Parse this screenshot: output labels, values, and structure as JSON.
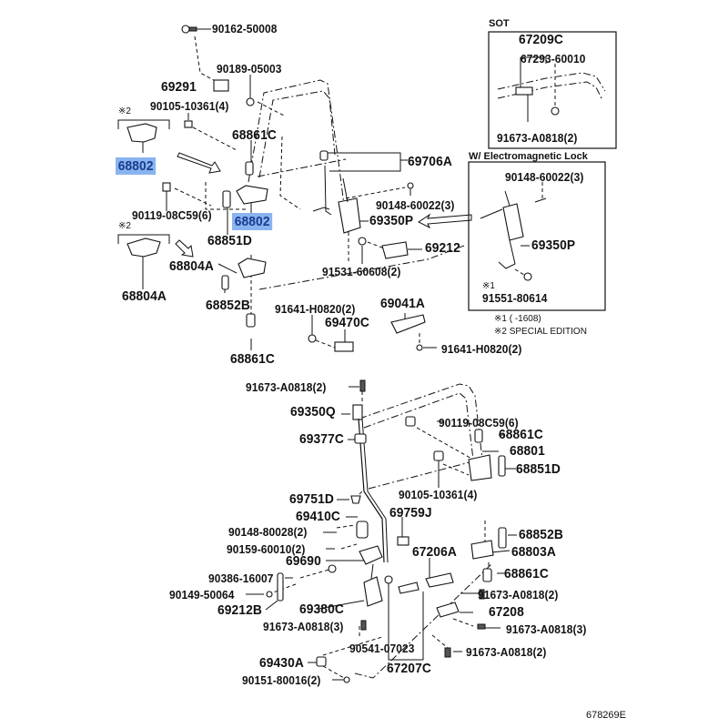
{
  "diagram": {
    "figure_id": "678269E",
    "highlight_color": "#8ab4f0",
    "labels": [
      {
        "id": "p-90162-50008",
        "text": "90162-50008",
        "big": false
      },
      {
        "id": "p-90189-05003",
        "text": "90189-05003",
        "big": false
      },
      {
        "id": "p-69291",
        "text": "69291",
        "big": true
      },
      {
        "id": "p-90105-10361-top",
        "text": "90105-10361(4)",
        "big": false
      },
      {
        "id": "p-68861c-top",
        "text": "68861C",
        "big": true
      },
      {
        "id": "p-68802-left",
        "text": "68802",
        "big": true,
        "highlight": true
      },
      {
        "id": "p-68802-center",
        "text": "68802",
        "big": true,
        "highlight": true
      },
      {
        "id": "p-90119-08c59-top",
        "text": "90119-08C59(6)",
        "big": false
      },
      {
        "id": "p-68851d-top",
        "text": "68851D",
        "big": true
      },
      {
        "id": "p-68804a-center",
        "text": "68804A",
        "big": true
      },
      {
        "id": "p-68804a-left",
        "text": "68804A",
        "big": true
      },
      {
        "id": "p-68852b-top",
        "text": "68852B",
        "big": true
      },
      {
        "id": "p-68861c-mid",
        "text": "68861C",
        "big": true
      },
      {
        "id": "p-69706a",
        "text": "69706A",
        "big": true
      },
      {
        "id": "p-90148-60022-main",
        "text": "90148-60022(3)",
        "big": false
      },
      {
        "id": "p-69350p-main",
        "text": "69350P",
        "big": true
      },
      {
        "id": "p-69212",
        "text": "69212",
        "big": true
      },
      {
        "id": "p-91531-60608",
        "text": "91531-60608(2)",
        "big": false
      },
      {
        "id": "p-91641-h0820-a",
        "text": "91641-H0820(2)",
        "big": false
      },
      {
        "id": "p-69470c",
        "text": "69470C",
        "big": true
      },
      {
        "id": "p-69041a",
        "text": "69041A",
        "big": true
      },
      {
        "id": "p-91641-h0820-b",
        "text": "91641-H0820(2)",
        "big": false
      },
      {
        "id": "p-67209c",
        "text": "67209C",
        "big": true
      },
      {
        "id": "p-67293-60010",
        "text": "67293-60010",
        "big": false
      },
      {
        "id": "p-91673-a0818-sot",
        "text": "91673-A0818(2)",
        "big": false
      },
      {
        "id": "p-90148-60022-em",
        "text": "90148-60022(3)",
        "big": false
      },
      {
        "id": "p-69350p-em",
        "text": "69350P",
        "big": true
      },
      {
        "id": "p-91551-80614",
        "text": "91551-80614",
        "big": false
      },
      {
        "id": "p-91673-a0818-top2",
        "text": "91673-A0818(2)",
        "big": false
      },
      {
        "id": "p-69350q",
        "text": "69350Q",
        "big": true
      },
      {
        "id": "p-69377c",
        "text": "69377C",
        "big": true
      },
      {
        "id": "p-90119-08c59-bot",
        "text": "90119-08C59(6)",
        "big": false
      },
      {
        "id": "p-68861c-bot1",
        "text": "68861C",
        "big": true
      },
      {
        "id": "p-68801",
        "text": "68801",
        "big": true
      },
      {
        "id": "p-68851d-bot",
        "text": "68851D",
        "big": true
      },
      {
        "id": "p-90105-10361-bot",
        "text": "90105-10361(4)",
        "big": false
      },
      {
        "id": "p-69751d",
        "text": "69751D",
        "big": true
      },
      {
        "id": "p-69410c",
        "text": "69410C",
        "big": true
      },
      {
        "id": "p-69759j",
        "text": "69759J",
        "big": true
      },
      {
        "id": "p-90148-80028",
        "text": "90148-80028(2)",
        "big": false
      },
      {
        "id": "p-90159-60010",
        "text": "90159-60010(2)",
        "big": false
      },
      {
        "id": "p-69690",
        "text": "69690",
        "big": true
      },
      {
        "id": "p-67206a",
        "text": "67206A",
        "big": true
      },
      {
        "id": "p-68852b-bot",
        "text": "68852B",
        "big": true
      },
      {
        "id": "p-68803a",
        "text": "68803A",
        "big": true
      },
      {
        "id": "p-90386-16007",
        "text": "90386-16007",
        "big": false
      },
      {
        "id": "p-68861c-bot2",
        "text": "68861C",
        "big": true
      },
      {
        "id": "p-90149-50064",
        "text": "90149-50064",
        "big": false
      },
      {
        "id": "p-91673-a0818-mid",
        "text": "91673-A0818(2)",
        "big": false
      },
      {
        "id": "p-69212b",
        "text": "69212B",
        "big": true
      },
      {
        "id": "p-69380c",
        "text": "69380C",
        "big": true
      },
      {
        "id": "p-67208",
        "text": "67208",
        "big": true
      },
      {
        "id": "p-91673-a0818-3a",
        "text": "91673-A0818(3)",
        "big": false
      },
      {
        "id": "p-91673-a0818-3b",
        "text": "91673-A0818(3)",
        "big": false
      },
      {
        "id": "p-90541-07023",
        "text": "90541-07023",
        "big": false
      },
      {
        "id": "p-91673-a0818-bot",
        "text": "91673-A0818(2)",
        "big": false
      },
      {
        "id": "p-69430a",
        "text": "69430A",
        "big": true
      },
      {
        "id": "p-67207c",
        "text": "67207C",
        "big": true
      },
      {
        "id": "p-90151-80016",
        "text": "90151-80016(2)",
        "big": false
      }
    ],
    "notes": {
      "mark2_a": "※2",
      "mark2_b": "※2",
      "mark1": "※1",
      "footnote1": "※1 (        -1608)",
      "footnote2": "※2 SPECIAL EDITION"
    },
    "boxes": {
      "sot_title": "SOT",
      "em_title": "W/ Electromagnetic Lock"
    }
  }
}
